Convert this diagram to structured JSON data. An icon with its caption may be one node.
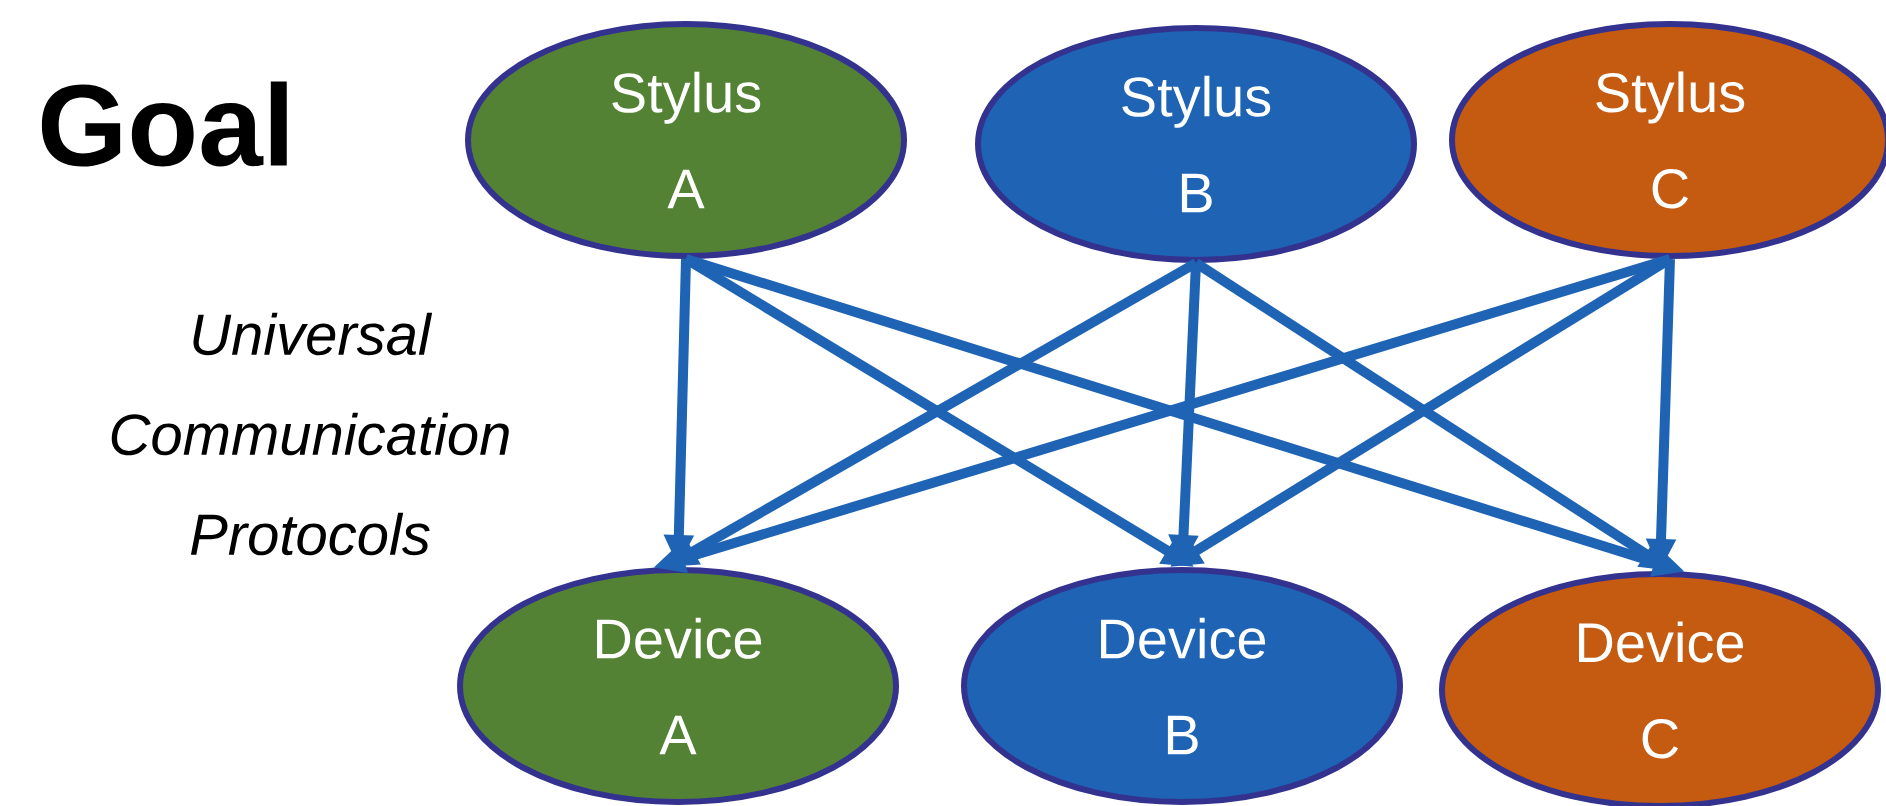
{
  "diagram": {
    "title": "Goal",
    "nodes": [
      {
        "text": [
          "Stylus A"
        ]
      },
      {
        "text": [
          "Stylus B"
        ]
      },
      {
        "text": [
          "Stylus C"
        ]
      },
      {
        "text": [
          "Device A"
        ]
      },
      {
        "text": [
          "Device B"
        ]
      },
      {
        "text": [
          "Device C"
        ]
      }
    ],
    "edges": [
      {
        "from": 0,
        "to": 3,
        "arrow": "to"
      },
      {
        "from": 0,
        "to": 4,
        "arrow": "to"
      },
      {
        "from": 0,
        "to": 5,
        "arrow": "to"
      },
      {
        "from": 1,
        "to": 3,
        "arrow": "to"
      },
      {
        "from": 1,
        "to": 4,
        "arrow": "to"
      },
      {
        "from": 1,
        "to": 5,
        "arrow": "to"
      },
      {
        "from": 2,
        "to": 3,
        "arrow": "to"
      },
      {
        "from": 2,
        "to": 4,
        "arrow": "to"
      },
      {
        "from": 2,
        "to": 5,
        "arrow": "to"
      }
    ],
    "labels": [
      "*Universal Communication Protocols*"
    ]
  }
}
